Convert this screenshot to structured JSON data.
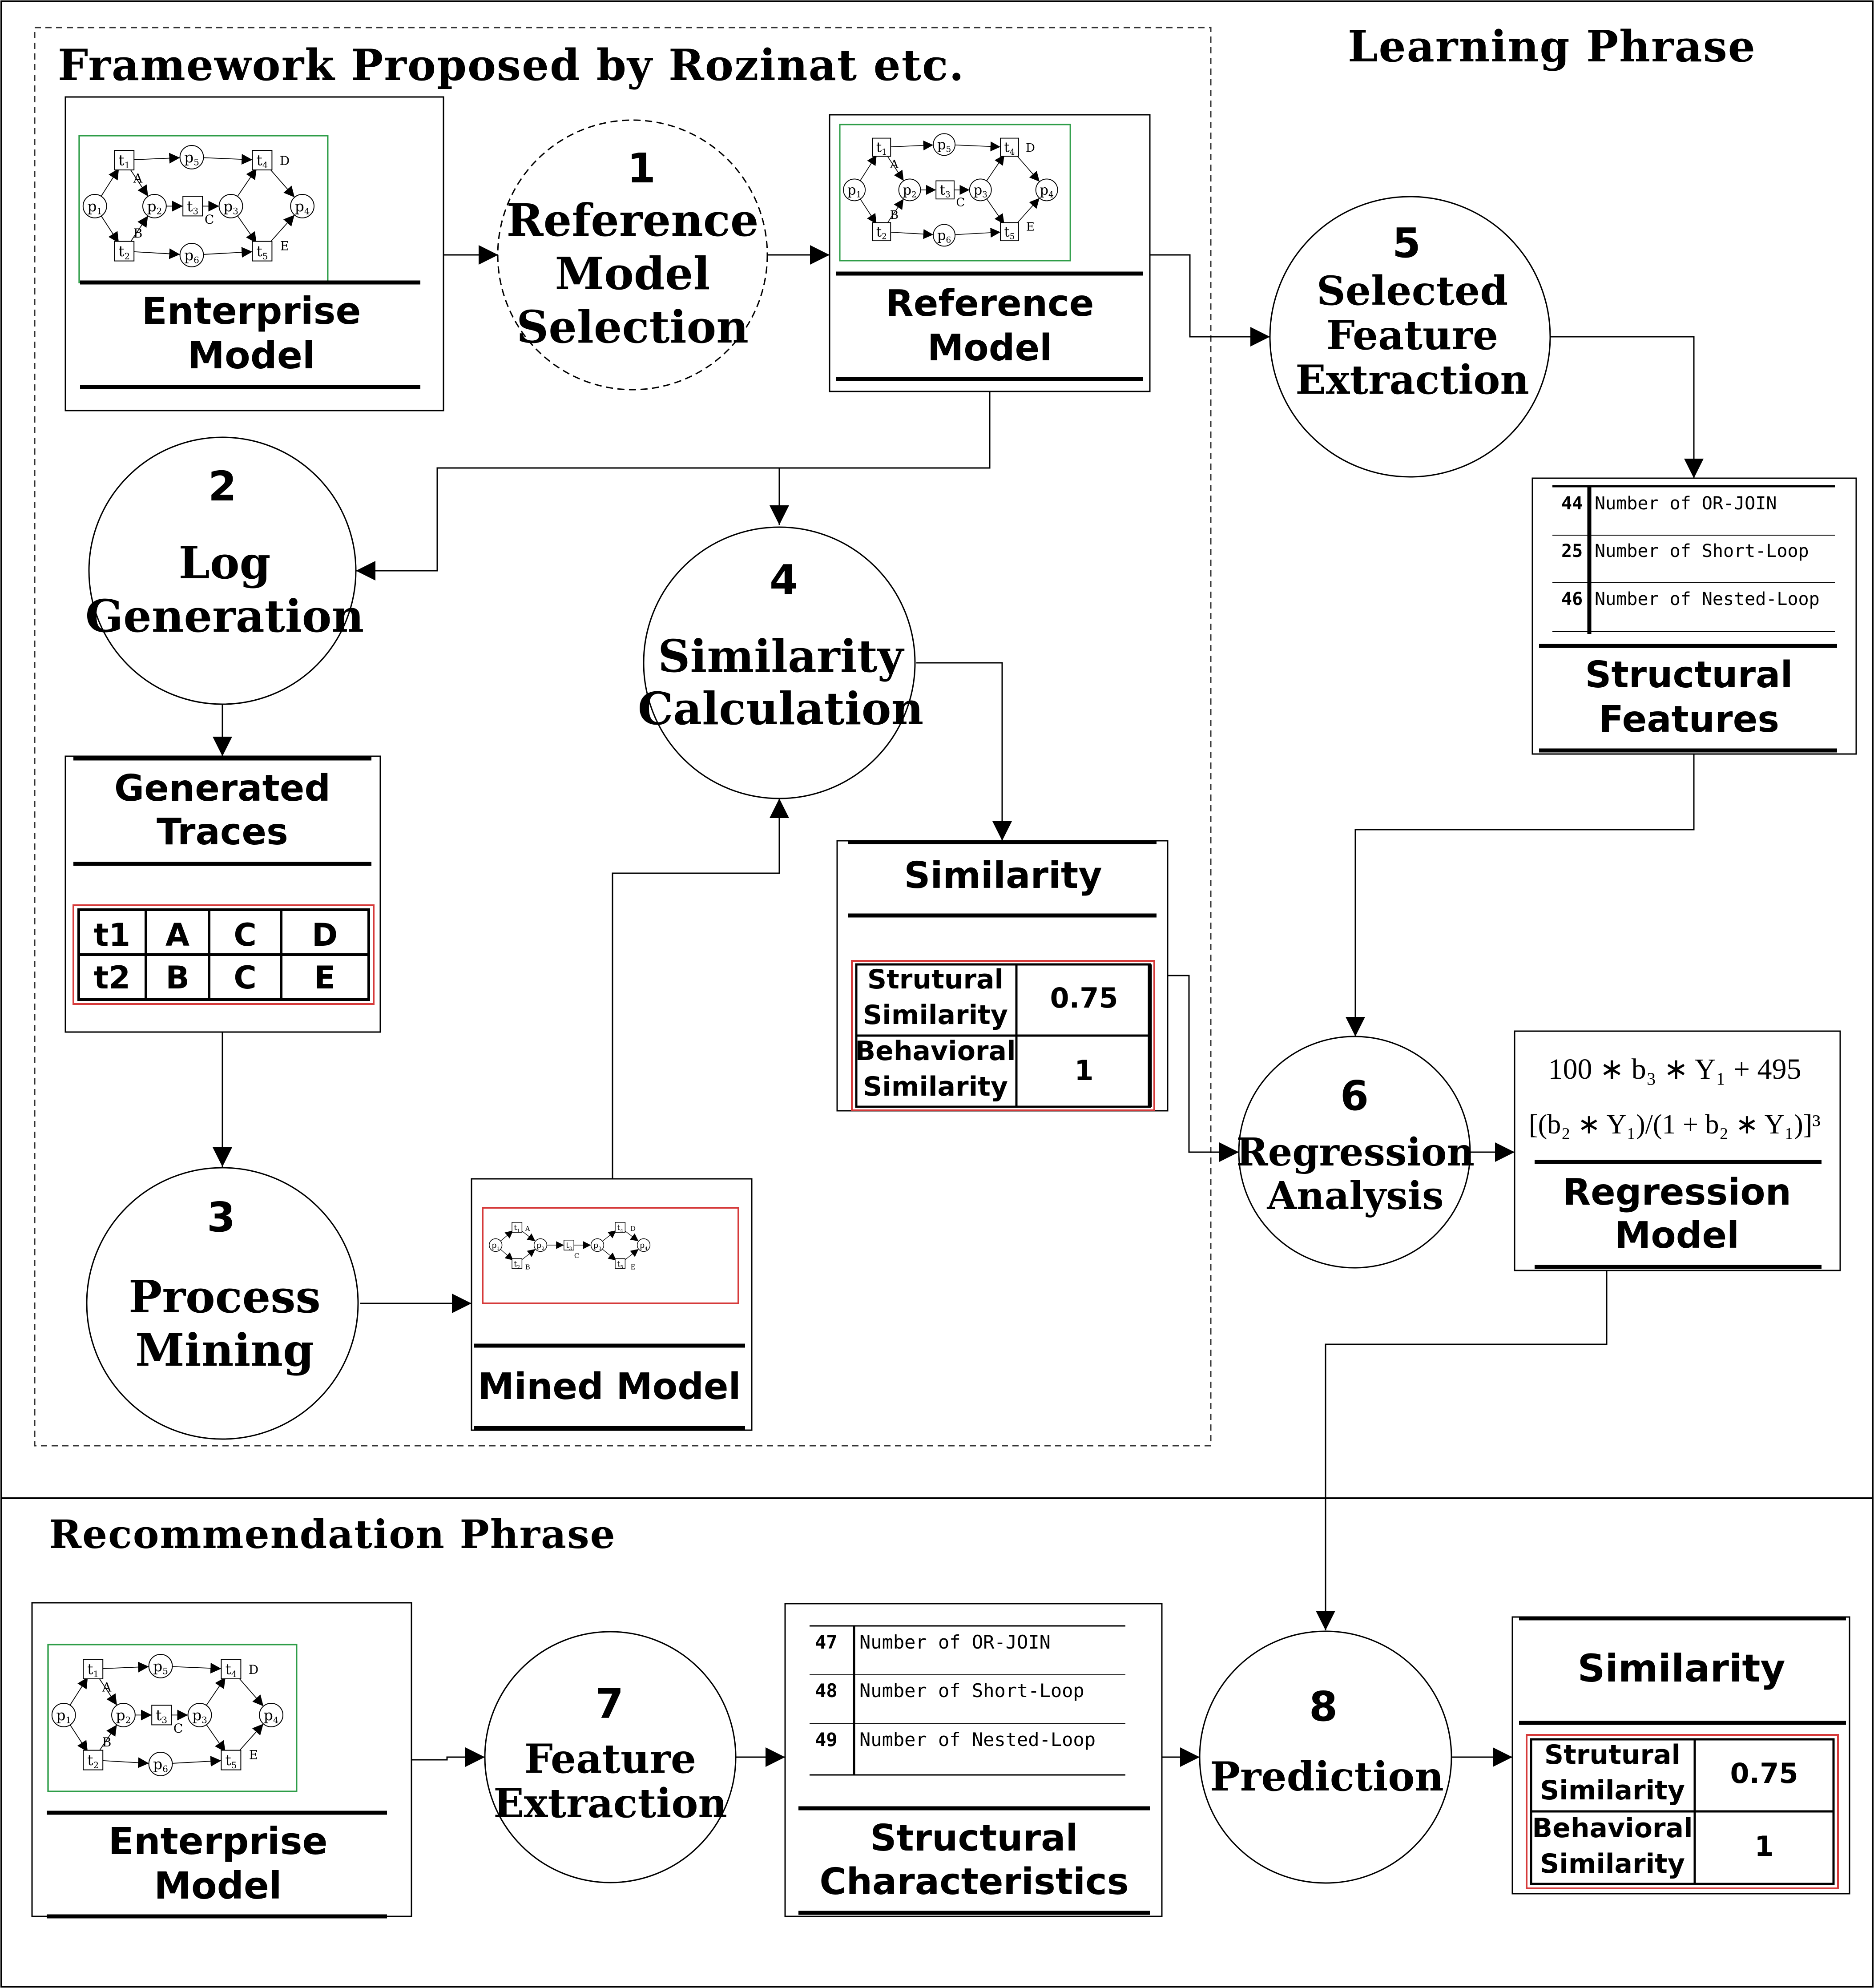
{
  "phases": {
    "learning": "Learning Phrase",
    "framework": "Framework Proposed by Rozinat etc.",
    "recommendation": "Recommendation Phrase"
  },
  "steps": {
    "s1": {
      "num": "1",
      "l1": "Reference",
      "l2": "Model",
      "l3": "Selection"
    },
    "s2": {
      "num": "2",
      "l1": "Log",
      "l2": "Generation"
    },
    "s3": {
      "num": "3",
      "l1": "Process",
      "l2": "Mining"
    },
    "s4": {
      "num": "4",
      "l1": "Similarity",
      "l2": "Calculation"
    },
    "s5": {
      "num": "5",
      "l1": "Selected",
      "l2": "Feature",
      "l3": "Extraction"
    },
    "s6": {
      "num": "6",
      "l1": "Regression",
      "l2": "Analysis"
    },
    "s7": {
      "num": "7",
      "l1": "Feature",
      "l2": "Extraction"
    },
    "s8": {
      "num": "8",
      "l1": "Prediction"
    }
  },
  "boxes": {
    "enterprise_model": {
      "l1": "Enterprise",
      "l2": "Model"
    },
    "reference_model": {
      "l1": "Reference",
      "l2": "Model"
    },
    "generated_traces": {
      "l1": "Generated",
      "l2": "Traces"
    },
    "mined_model": {
      "l1": "Mined Model"
    },
    "structural_features": {
      "l1": "Structural",
      "l2": "Features"
    },
    "regression_model": {
      "l1": "Regression",
      "l2": "Model"
    },
    "similarity": {
      "l1": "Similarity"
    },
    "enterprise_model_rec": {
      "l1": "Enterprise",
      "l2": "Model"
    },
    "structural_characteristics": {
      "l1": "Structural",
      "l2": "Characteristics"
    },
    "similarity_rec": {
      "l1": "Similarity"
    }
  },
  "traces": [
    [
      "t1",
      "A",
      "C",
      "D"
    ],
    [
      "t2",
      "B",
      "C",
      "E"
    ]
  ],
  "similarity_table": {
    "struct_l1": "Strutural",
    "struct_l2": "Similarity",
    "struct_val": "0.75",
    "behav_l1": "Behavioral",
    "behav_l2": "Similarity",
    "behav_val": "1"
  },
  "features_learning": [
    {
      "num": "44",
      "label": "Number of OR-JOIN"
    },
    {
      "num": "25",
      "label": "Number of Short-Loop"
    },
    {
      "num": "46",
      "label": "Number of Nested-Loop"
    }
  ],
  "features_recommendation": [
    {
      "num": "47",
      "label": "Number of OR-JOIN"
    },
    {
      "num": "48",
      "label": "Number of Short-Loop"
    },
    {
      "num": "49",
      "label": "Number of Nested-Loop"
    }
  ],
  "regression": {
    "formula1": "100 ∗ b₃ ∗ Y₁ + 495",
    "formula2": "[(b₂ ∗ Y₁)/(1 + b₂ ∗ Y₁)]³"
  },
  "petri": {
    "places": [
      "p1",
      "p2",
      "p3",
      "p4",
      "p5",
      "p6"
    ],
    "transitions": [
      "t1",
      "t2",
      "t3",
      "t4",
      "t5"
    ],
    "labels": [
      "A",
      "B",
      "C",
      "D",
      "E"
    ],
    "subscripts": [
      "1",
      "2",
      "3",
      "4",
      "5",
      "6"
    ]
  },
  "colors": {
    "green": "#2e9d48",
    "red": "#d63a3a",
    "line": "#000000"
  }
}
